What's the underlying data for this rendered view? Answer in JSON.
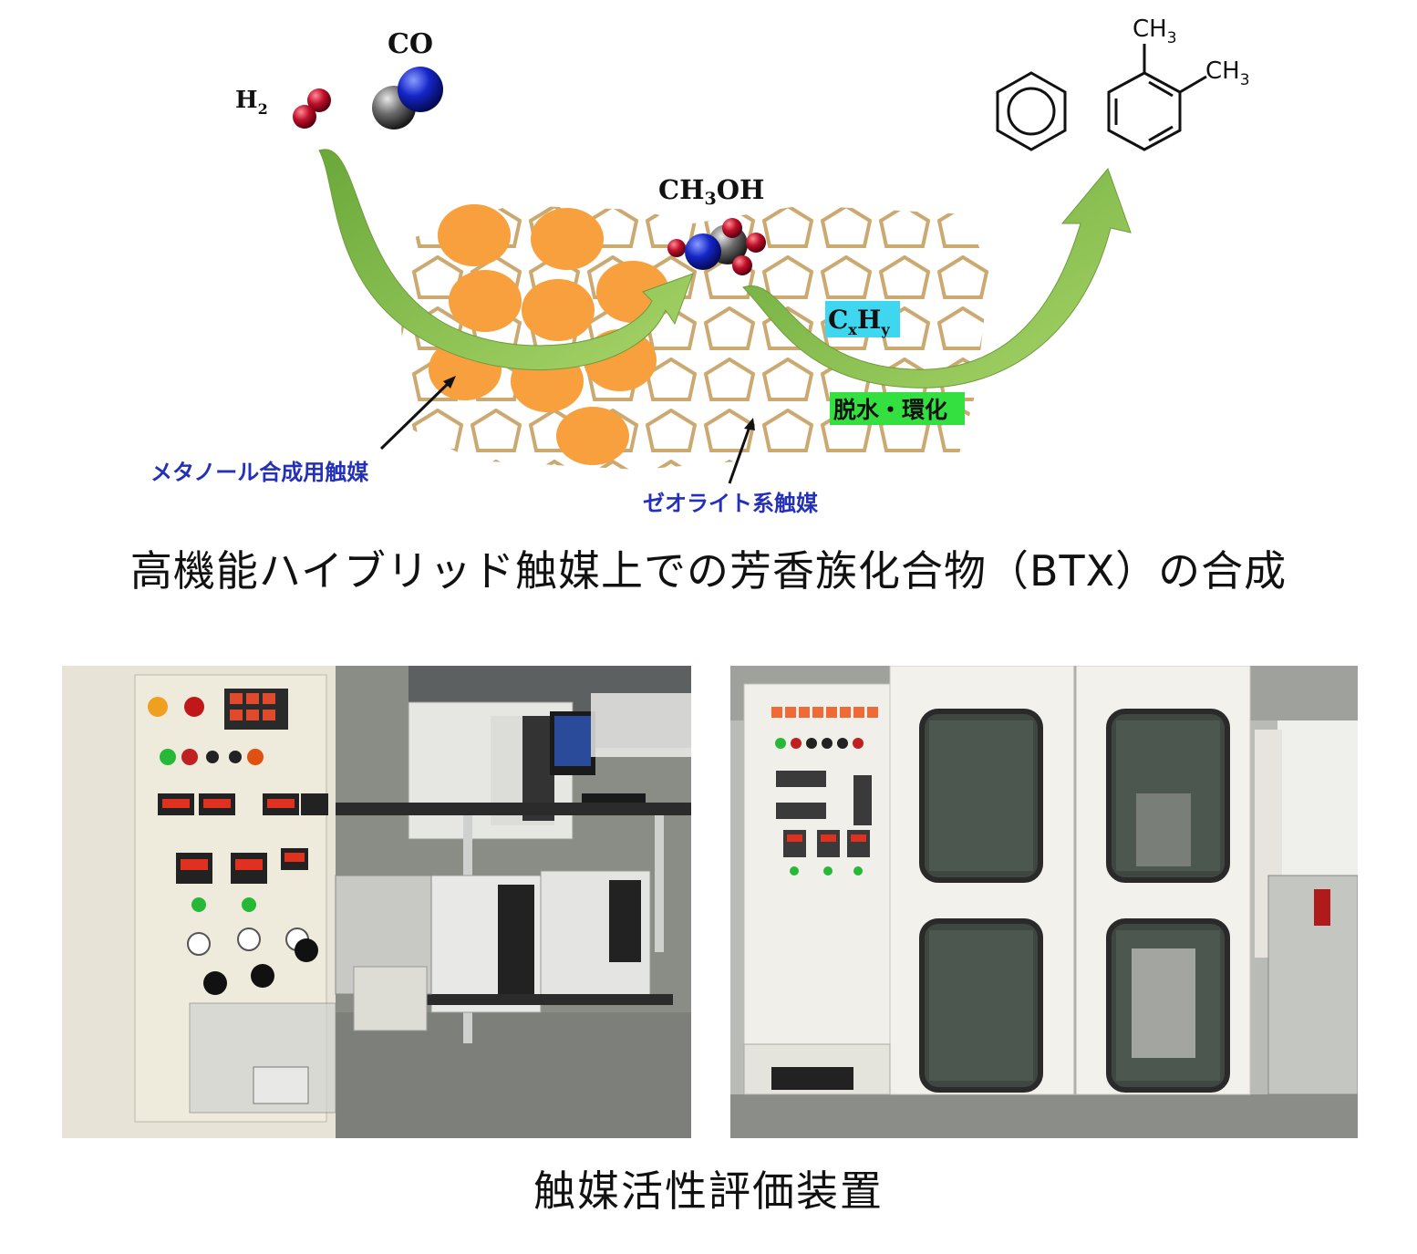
{
  "diagram": {
    "molecules": {
      "h2": {
        "base": "H",
        "sub": "2"
      },
      "co": "CO",
      "methanol": {
        "pre": "CH",
        "sub": "3",
        "post": "OH"
      }
    },
    "benzene_label": "",
    "xylene_substituents": [
      "CH",
      "CH"
    ],
    "xylene_sub": "3",
    "intermediate": {
      "base_c": "C",
      "sub_x": "x",
      "base_h": "H",
      "sub_y": "y"
    },
    "step_label": "脱水・環化",
    "catalyst_labels": {
      "methanol_catalyst": "メタノール合成用触媒",
      "zeolite_catalyst": "ゼオライト系触媒"
    },
    "colors": {
      "orange_particle": "#f7a03d",
      "zeolite_frame": "#c8a468",
      "arrow_green": "#8cc04a",
      "tag_cyan": "#3fd7ef",
      "tag_green": "#34e03f",
      "hydrogen_red": "#c0102a",
      "nitrogen_blue": "#1426c8",
      "carbon_gray": "#6b6b6b"
    }
  },
  "captions": {
    "top": "高機能ハイブリッド触媒上での芳香族化合物（BTX）の合成",
    "bottom": "触媒活性評価装置"
  }
}
